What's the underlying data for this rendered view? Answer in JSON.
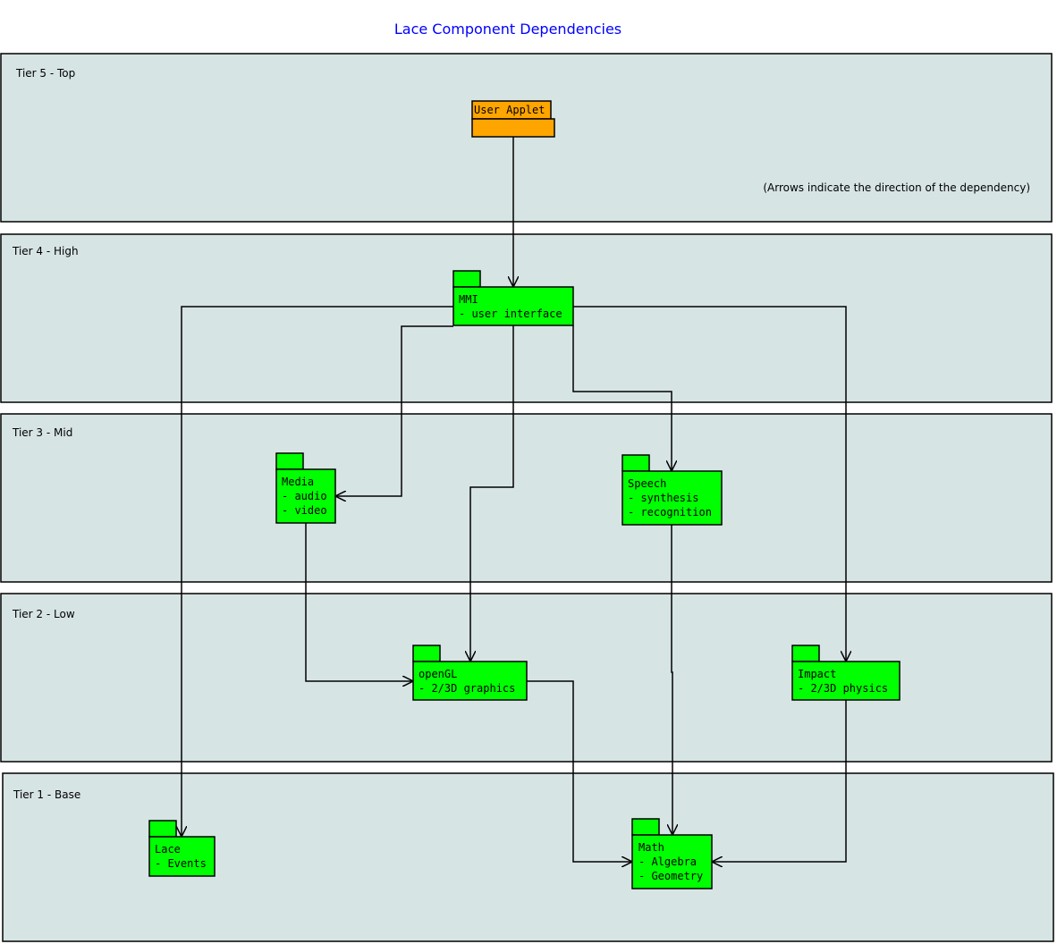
{
  "title": "Lace Component Dependencies",
  "note": "(Arrows indicate the direction of the dependency)",
  "tiers": [
    {
      "label": "Tier 5 - Top"
    },
    {
      "label": "Tier 4 - High"
    },
    {
      "label": "Tier 3 - Mid"
    },
    {
      "label": "Tier 2 - Low"
    },
    {
      "label": "Tier 1 - Base"
    }
  ],
  "packages": {
    "user_applet": {
      "name": "User Applet",
      "color": "#ffa500"
    },
    "mmi": {
      "name": "MMI",
      "lines": [
        "- user interface"
      ],
      "color": "#00ff00"
    },
    "media": {
      "name": "Media",
      "lines": [
        "- audio",
        "- video"
      ]
    },
    "speech": {
      "name": "Speech",
      "lines": [
        "- synthesis",
        "- recognition"
      ]
    },
    "opengl": {
      "name": "openGL",
      "lines": [
        "- 2/3D graphics"
      ]
    },
    "impact": {
      "name": "Impact",
      "lines": [
        "- 2/3D physics"
      ]
    },
    "lace": {
      "name": "Lace",
      "lines": [
        "- Events"
      ]
    },
    "math": {
      "name": "Math",
      "lines": [
        "- Algebra",
        "- Geometry"
      ]
    }
  },
  "dependencies": [
    {
      "from": "User Applet",
      "to": "MMI"
    },
    {
      "from": "MMI",
      "to": "Lace"
    },
    {
      "from": "MMI",
      "to": "Impact"
    },
    {
      "from": "MMI",
      "to": "Media"
    },
    {
      "from": "MMI",
      "to": "openGL"
    },
    {
      "from": "MMI",
      "to": "Speech"
    },
    {
      "from": "Media",
      "to": "openGL"
    },
    {
      "from": "openGL",
      "to": "Math"
    },
    {
      "from": "Speech",
      "to": "Math"
    },
    {
      "from": "Impact",
      "to": "Math"
    }
  ]
}
